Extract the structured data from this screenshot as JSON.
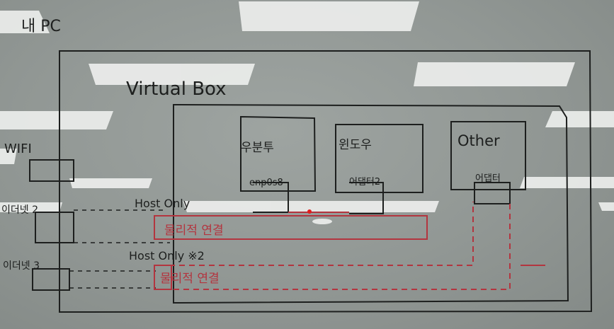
{
  "title": "내 PC",
  "container": "Virtual Box",
  "vms": [
    {
      "name": "우분투",
      "adapter": "enp0s8"
    },
    {
      "name": "윈도우",
      "adapter": "어댑터2"
    },
    {
      "name": "Other",
      "adapter": "어댑터"
    }
  ],
  "nics": [
    "WIFI",
    "이더넷 2",
    "이더넷 3"
  ],
  "host_only_labels": [
    "Host Only",
    "Host Only ※2"
  ],
  "link_labels": [
    "물리적 연결",
    "물리적 연결"
  ],
  "colors": {
    "board": "#969c99",
    "ink": "#1d1f1e",
    "marker_red": "#b3353f"
  }
}
